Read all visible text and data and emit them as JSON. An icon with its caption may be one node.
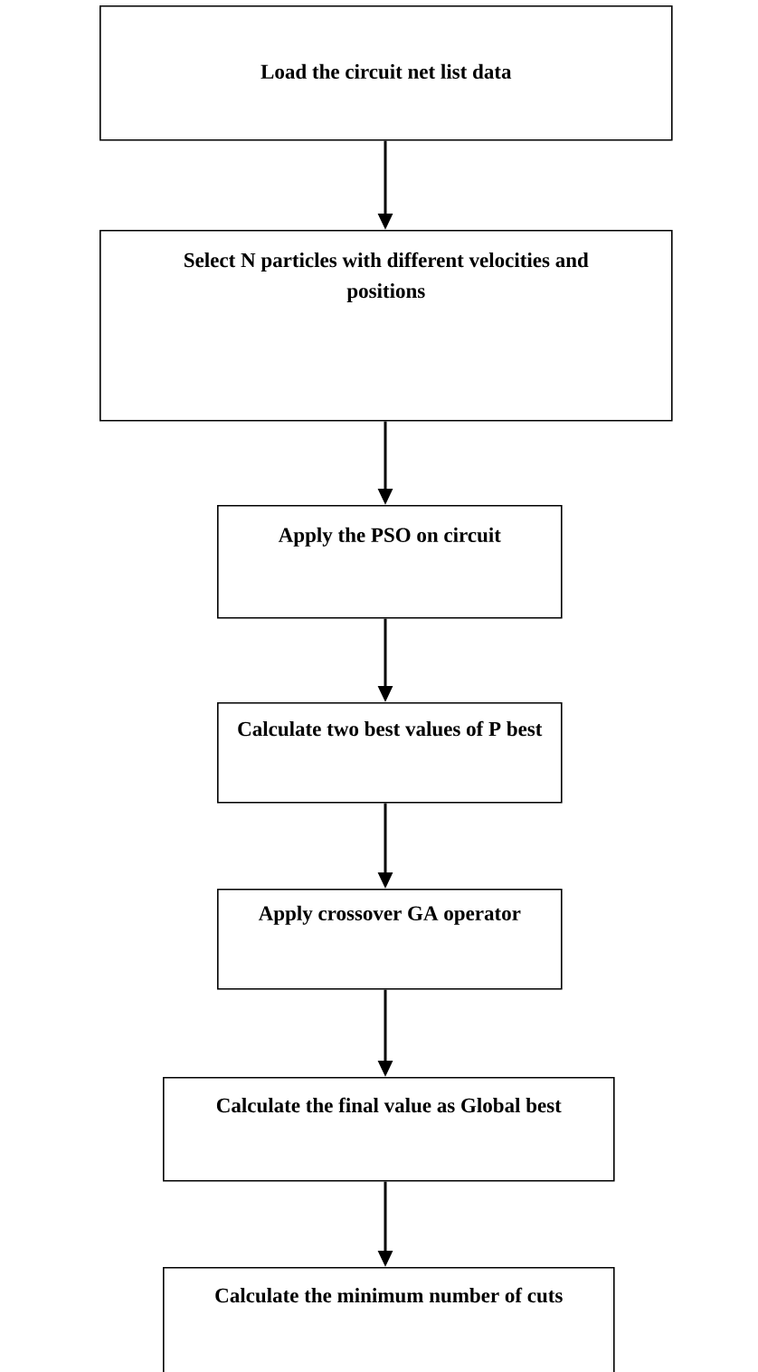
{
  "diagram": {
    "nodes": [
      {
        "text": [
          "Load the circuit net list data"
        ]
      },
      {
        "text": [
          "Select N particles with different velocities and positions"
        ]
      },
      {
        "text": [
          "Apply the PSO on circuit"
        ]
      },
      {
        "text": [
          "Calculate two best values of P best"
        ]
      },
      {
        "text": [
          "Apply crossover GA operator"
        ]
      },
      {
        "text": [
          "Calculate the final value as Global best"
        ]
      },
      {
        "text": [
          "Calculate the minimum number of cuts"
        ]
      }
    ],
    "edges": [
      {
        "from": 0,
        "to": 1,
        "arrow": "to"
      },
      {
        "from": 1,
        "to": 2,
        "arrow": "to"
      },
      {
        "from": 2,
        "to": 3,
        "arrow": "to"
      },
      {
        "from": 3,
        "to": 4,
        "arrow": "to"
      },
      {
        "from": 4,
        "to": 5,
        "arrow": "to"
      },
      {
        "from": 5,
        "to": 6,
        "arrow": "to"
      }
    ]
  }
}
